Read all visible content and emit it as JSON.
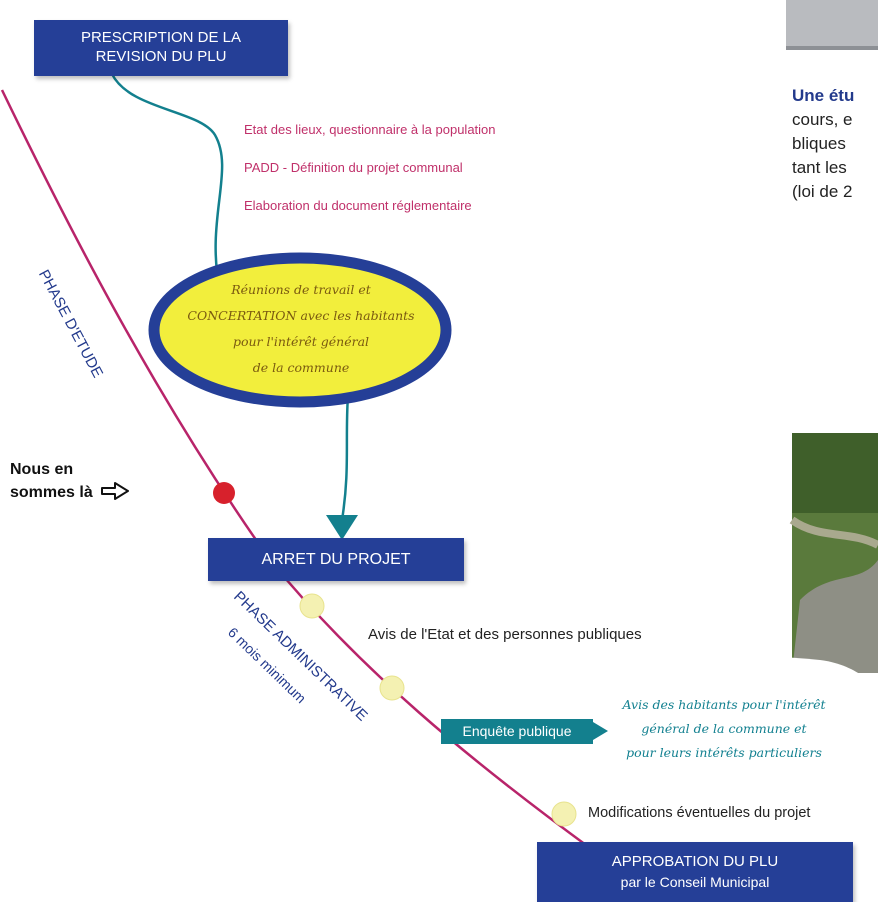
{
  "boxes": {
    "prescription_line1": "PRESCRIPTION DE LA",
    "prescription_line2": "REVISION DU PLU",
    "arret": "ARRET DU PROJET",
    "approbation_line1": "APPROBATION DU PLU",
    "approbation_line2": "par le Conseil Municipal"
  },
  "steps": [
    "Etat des lieux, questionnaire à la population",
    "PADD - Définition du projet communal",
    "Elaboration du document réglementaire"
  ],
  "ellipse_lines": [
    "Réunions de travail et",
    "CONCERTATION avec les habitants",
    "pour l'intérêt général",
    "de la commune"
  ],
  "phases": {
    "etude": "PHASE D'ETUDE",
    "admin_line1": "PHASE ADMINISTRATIVE",
    "admin_line2": "6 mois minimum"
  },
  "marker": {
    "line1": "Nous en",
    "line2": "sommes là"
  },
  "admin_steps": {
    "avis_etat": "Avis de l'Etat et des personnes publiques",
    "enquete": "Enquête publique",
    "avis_habitants_1": "Avis des habitants pour l'intérêt",
    "avis_habitants_2": "général de la commune et",
    "avis_habitants_3": "pour leurs intérêts particuliers",
    "modifications": "Modifications éventuelles du projet"
  },
  "side_text": {
    "line1_bold": "Une étu",
    "line2": "cours, e",
    "line3": "bliques",
    "line4": "tant les",
    "line5": "(loi de 2"
  },
  "colors": {
    "box_blue": "#253f97",
    "curve": "#b8246a",
    "teal": "#13808e",
    "ellipse_yellow": "#f2ee3c",
    "ellipse_border": "#253f97",
    "step_pink": "#c0306a",
    "marker_red": "#d7212c",
    "node_yellow": "#f4f1b2"
  }
}
